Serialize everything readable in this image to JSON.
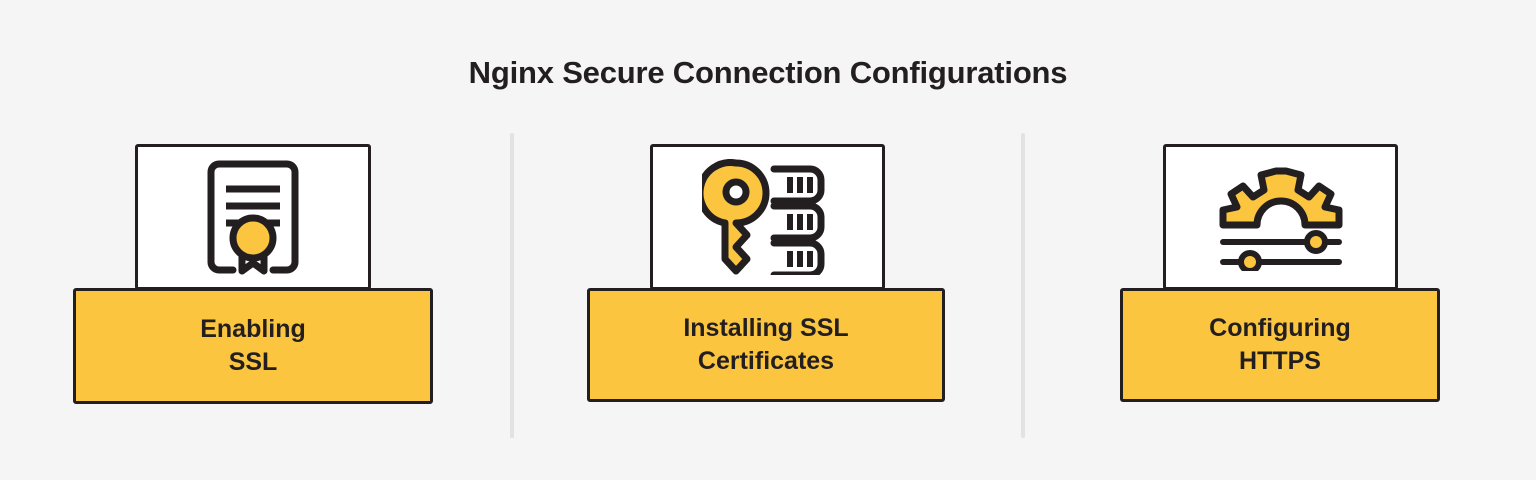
{
  "header": {
    "title": "Nginx Secure Connection Configurations"
  },
  "colors": {
    "background": "#f5f5f5",
    "accent_yellow": "#fbc540",
    "ink": "#231f20",
    "panel": "#ffffff",
    "divider": "#e2e2e2"
  },
  "cards": [
    {
      "id": "enabling-ssl",
      "label": "Enabling\nSSL",
      "icon": "certificate-seal-icon"
    },
    {
      "id": "installing-ssl-certificates",
      "label": "Installing SSL\nCertificates",
      "icon": "key-server-rack-icon"
    },
    {
      "id": "configuring-https",
      "label": "Configuring\nHTTPS",
      "icon": "gear-sliders-icon"
    }
  ],
  "dividers": [
    {
      "id": "divider-1"
    },
    {
      "id": "divider-2"
    }
  ]
}
